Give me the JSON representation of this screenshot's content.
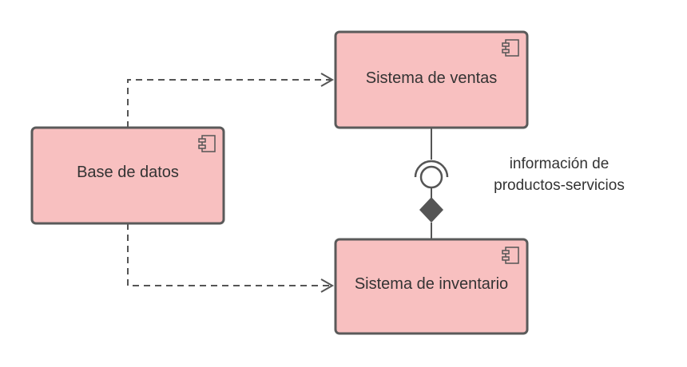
{
  "components": [
    {
      "id": "base-de-datos",
      "label": "Base de datos",
      "icon": "uml-component-icon"
    },
    {
      "id": "sistema-de-ventas",
      "label": "Sistema de ventas",
      "icon": "uml-component-icon"
    },
    {
      "id": "sistema-de-inventario",
      "label": "Sistema de inventario",
      "icon": "uml-component-icon"
    }
  ],
  "interface": {
    "label_line1": "información de",
    "label_line2": "productos-servicios"
  },
  "connections": [
    {
      "from": "base-de-datos",
      "to": "sistema-de-ventas",
      "style": "dashed",
      "arrow": "open"
    },
    {
      "from": "base-de-datos",
      "to": "sistema-de-inventario",
      "style": "dashed",
      "arrow": "open"
    },
    {
      "from": "sistema-de-ventas",
      "to": "sistema-de-inventario",
      "style": "assembly",
      "ends": [
        "socket",
        "diamond"
      ]
    }
  ],
  "colors": {
    "component_fill": "#f8c0c0",
    "component_stroke": "#5a5a5a",
    "line": "#555555",
    "text": "#333333"
  }
}
